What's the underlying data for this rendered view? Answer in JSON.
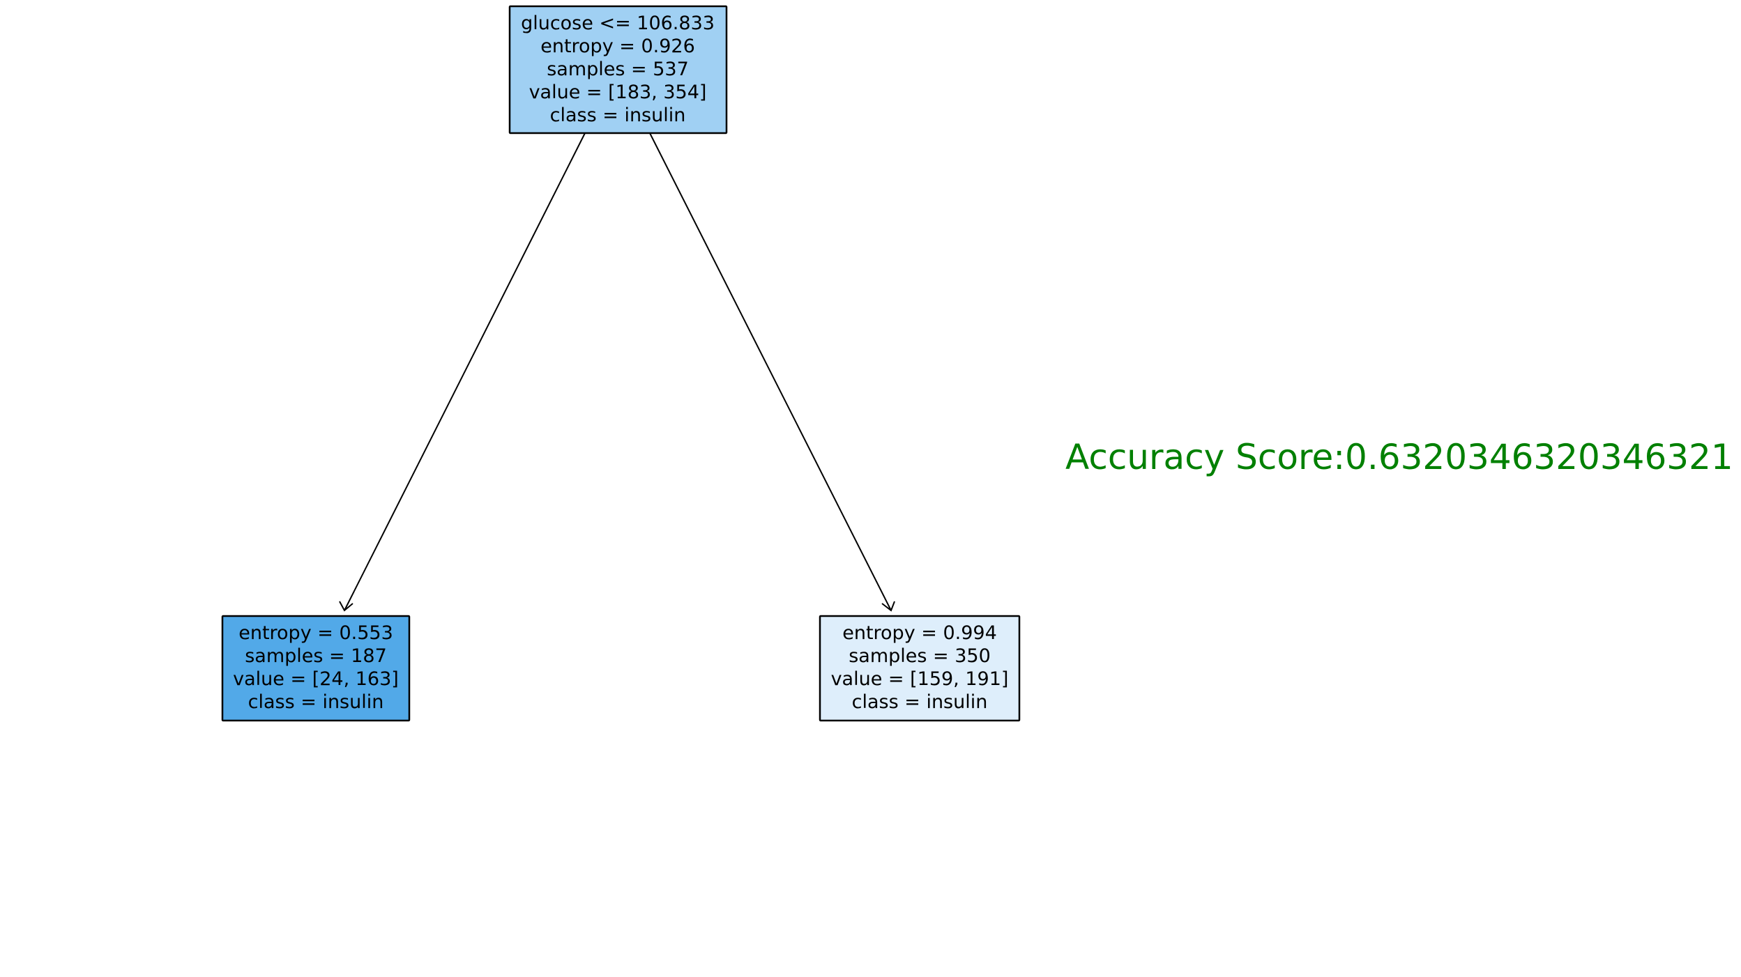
{
  "tree": {
    "nodes": [
      {
        "id": "root",
        "fill": "#a0d0f3",
        "lines": [
          "glucose <= 106.833",
          "entropy = 0.926",
          "samples = 537",
          "value = [183, 354]",
          "class = insulin"
        ]
      },
      {
        "id": "left",
        "fill": "#52a9e8",
        "lines": [
          "entropy = 0.553",
          "samples = 187",
          "value = [24, 163]",
          "class = insulin"
        ]
      },
      {
        "id": "right",
        "fill": "#deeefb",
        "lines": [
          "entropy = 0.994",
          "samples = 350",
          "value = [159, 191]",
          "class = insulin"
        ]
      }
    ],
    "edges": [
      {
        "from": "root",
        "to": "left"
      },
      {
        "from": "root",
        "to": "right"
      }
    ]
  },
  "score": {
    "text": "Accuracy Score:0.6320346320346321",
    "color": "#008000"
  }
}
